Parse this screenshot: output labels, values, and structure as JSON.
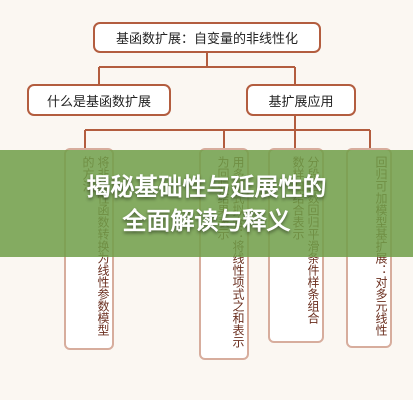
{
  "diagram": {
    "root": "基函数扩展：自变量的非线性化",
    "left_branch": "什么是基函数扩展",
    "right_branch": "基扩展应用",
    "columns": [
      "将非线性函数转换为线性参数模型的方法",
      "用多项式拟合：将线性项式之和表示为回归结果表示",
      "分段函数回归平滑条件样条组合数样归结合表示",
      "回归可加模型基扩展：对多元线性"
    ]
  },
  "banner": {
    "line1": "揭秘基础性与延展性的",
    "line2": "全面解读与释义"
  },
  "colors": {
    "box_border": "#b35d3f",
    "column_border": "#d7ad9d",
    "banner_bg": "#709e49",
    "background": "#fbf7f2"
  }
}
